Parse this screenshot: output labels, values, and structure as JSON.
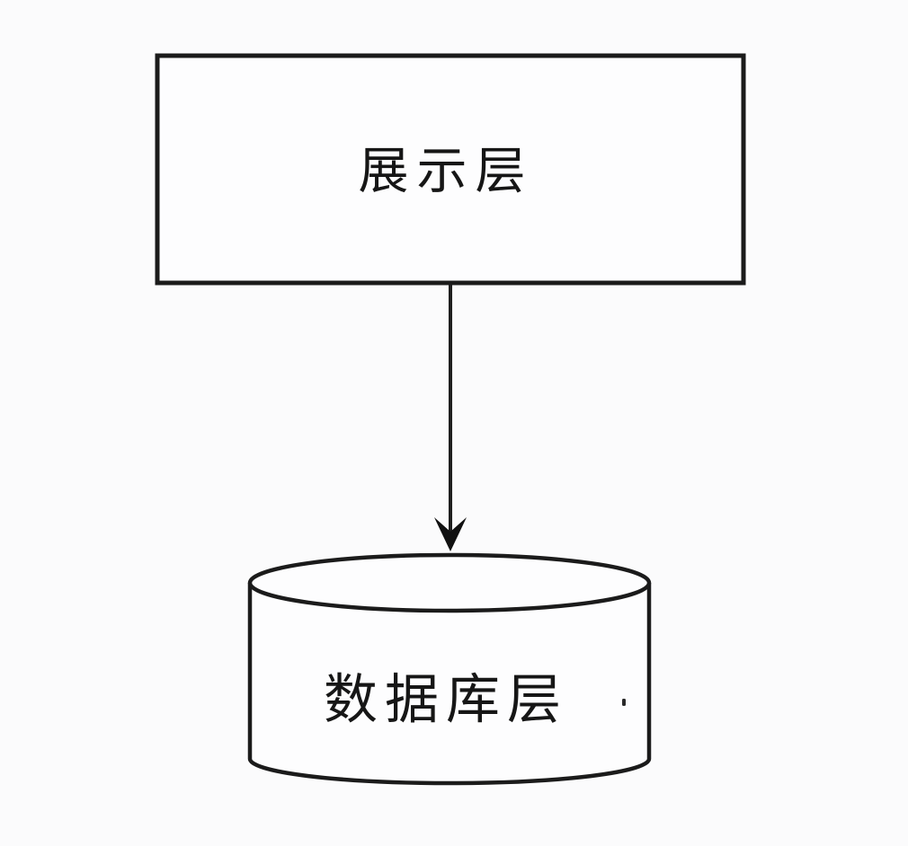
{
  "diagram": {
    "title": "layered-architecture",
    "background_color": "#fbfbfc",
    "stroke_color": "#1b1b1b",
    "text_color": "#161616",
    "nodes": [
      {
        "id": "presentation-layer",
        "shape": "rectangle",
        "label": "展示层"
      },
      {
        "id": "database-layer",
        "shape": "cylinder",
        "label": "数据库层"
      }
    ],
    "edges": [
      {
        "from": "presentation-layer",
        "to": "database-layer",
        "type": "arrow",
        "direction": "down"
      }
    ]
  }
}
